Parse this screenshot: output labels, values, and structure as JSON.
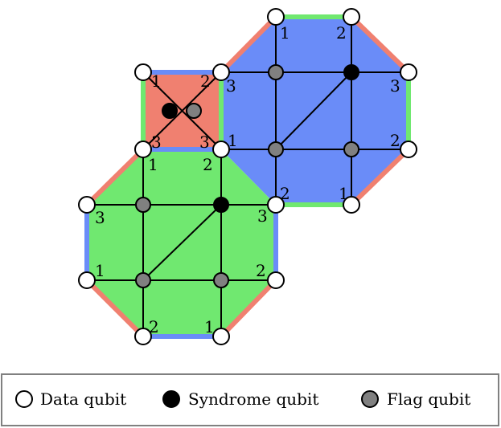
{
  "colors": {
    "red": "#f08070",
    "green": "#70e870",
    "blue": "#6a8cf8",
    "data_qubit_fill": "#ffffff",
    "syndrome_qubit_fill": "#000000",
    "flag_qubit_fill": "#808080",
    "legend_border": "#808080"
  },
  "legend": {
    "data_label": "Data qubit",
    "syndrome_label": "Syndrome qubit",
    "flag_label": "Flag qubit"
  },
  "labels": [
    {
      "id": "tr-top-left",
      "text": "1"
    },
    {
      "id": "tr-top-right",
      "text": "2"
    },
    {
      "id": "tr-upper-right",
      "text": "3"
    },
    {
      "id": "tr-lower-right",
      "text": "2"
    },
    {
      "id": "tr-bottom-right",
      "text": "1"
    },
    {
      "id": "tr-bottom-left",
      "text": "2"
    },
    {
      "id": "tr-lower-left",
      "text": "1"
    },
    {
      "id": "tr-upper-left",
      "text": "3"
    },
    {
      "id": "sq-top-left",
      "text": "1"
    },
    {
      "id": "sq-top-right",
      "text": "2"
    },
    {
      "id": "sq-bottom-left",
      "text": "3"
    },
    {
      "id": "sq-bottom-right",
      "text": "3"
    },
    {
      "id": "bl-top-left",
      "text": "1"
    },
    {
      "id": "bl-top-right",
      "text": "2"
    },
    {
      "id": "bl-upper-right",
      "text": "3"
    },
    {
      "id": "bl-lower-right",
      "text": "2"
    },
    {
      "id": "bl-bottom-right",
      "text": "1"
    },
    {
      "id": "bl-bottom-left",
      "text": "2"
    },
    {
      "id": "bl-lower-left",
      "text": "1"
    },
    {
      "id": "bl-upper-left",
      "text": "3"
    }
  ]
}
